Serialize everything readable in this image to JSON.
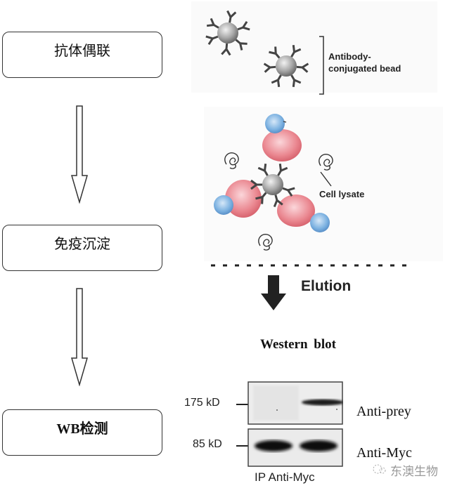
{
  "workflow": {
    "steps": [
      {
        "label": "抗体偶联"
      },
      {
        "label": "免疫沉淀"
      },
      {
        "label": "WB检测"
      }
    ],
    "connector_icon": "hollow-down-arrow-icon"
  },
  "illustration": {
    "bead_panel": {
      "bracket_label_line1": "Antibody-",
      "bracket_label_line2": "conjugated bead"
    },
    "ip_panel": {
      "lysate_label": "Cell lysate"
    },
    "elution": {
      "label": "Elution",
      "icon": "solid-down-arrow-icon"
    },
    "western_blot": {
      "title": "Western blot",
      "markers": [
        {
          "label": "175 kD"
        },
        {
          "label": "85 kD"
        }
      ],
      "antibodies": [
        {
          "label": "Anti-prey"
        },
        {
          "label": "Anti-Myc"
        }
      ],
      "bottom_label": "IP Anti-Myc",
      "lanes": 2,
      "band_intensity": {
        "anti_prey": [
          0.05,
          0.85
        ],
        "anti_myc": [
          1.0,
          1.0
        ]
      }
    }
  },
  "watermark": {
    "text": "东澳生物",
    "icon": "wechat-logo-icon"
  },
  "colors": {
    "bait_protein": "#e8808a",
    "prey_protein": "#6fa6dc",
    "bead": "#9a9a9a",
    "outline": "#333333"
  }
}
